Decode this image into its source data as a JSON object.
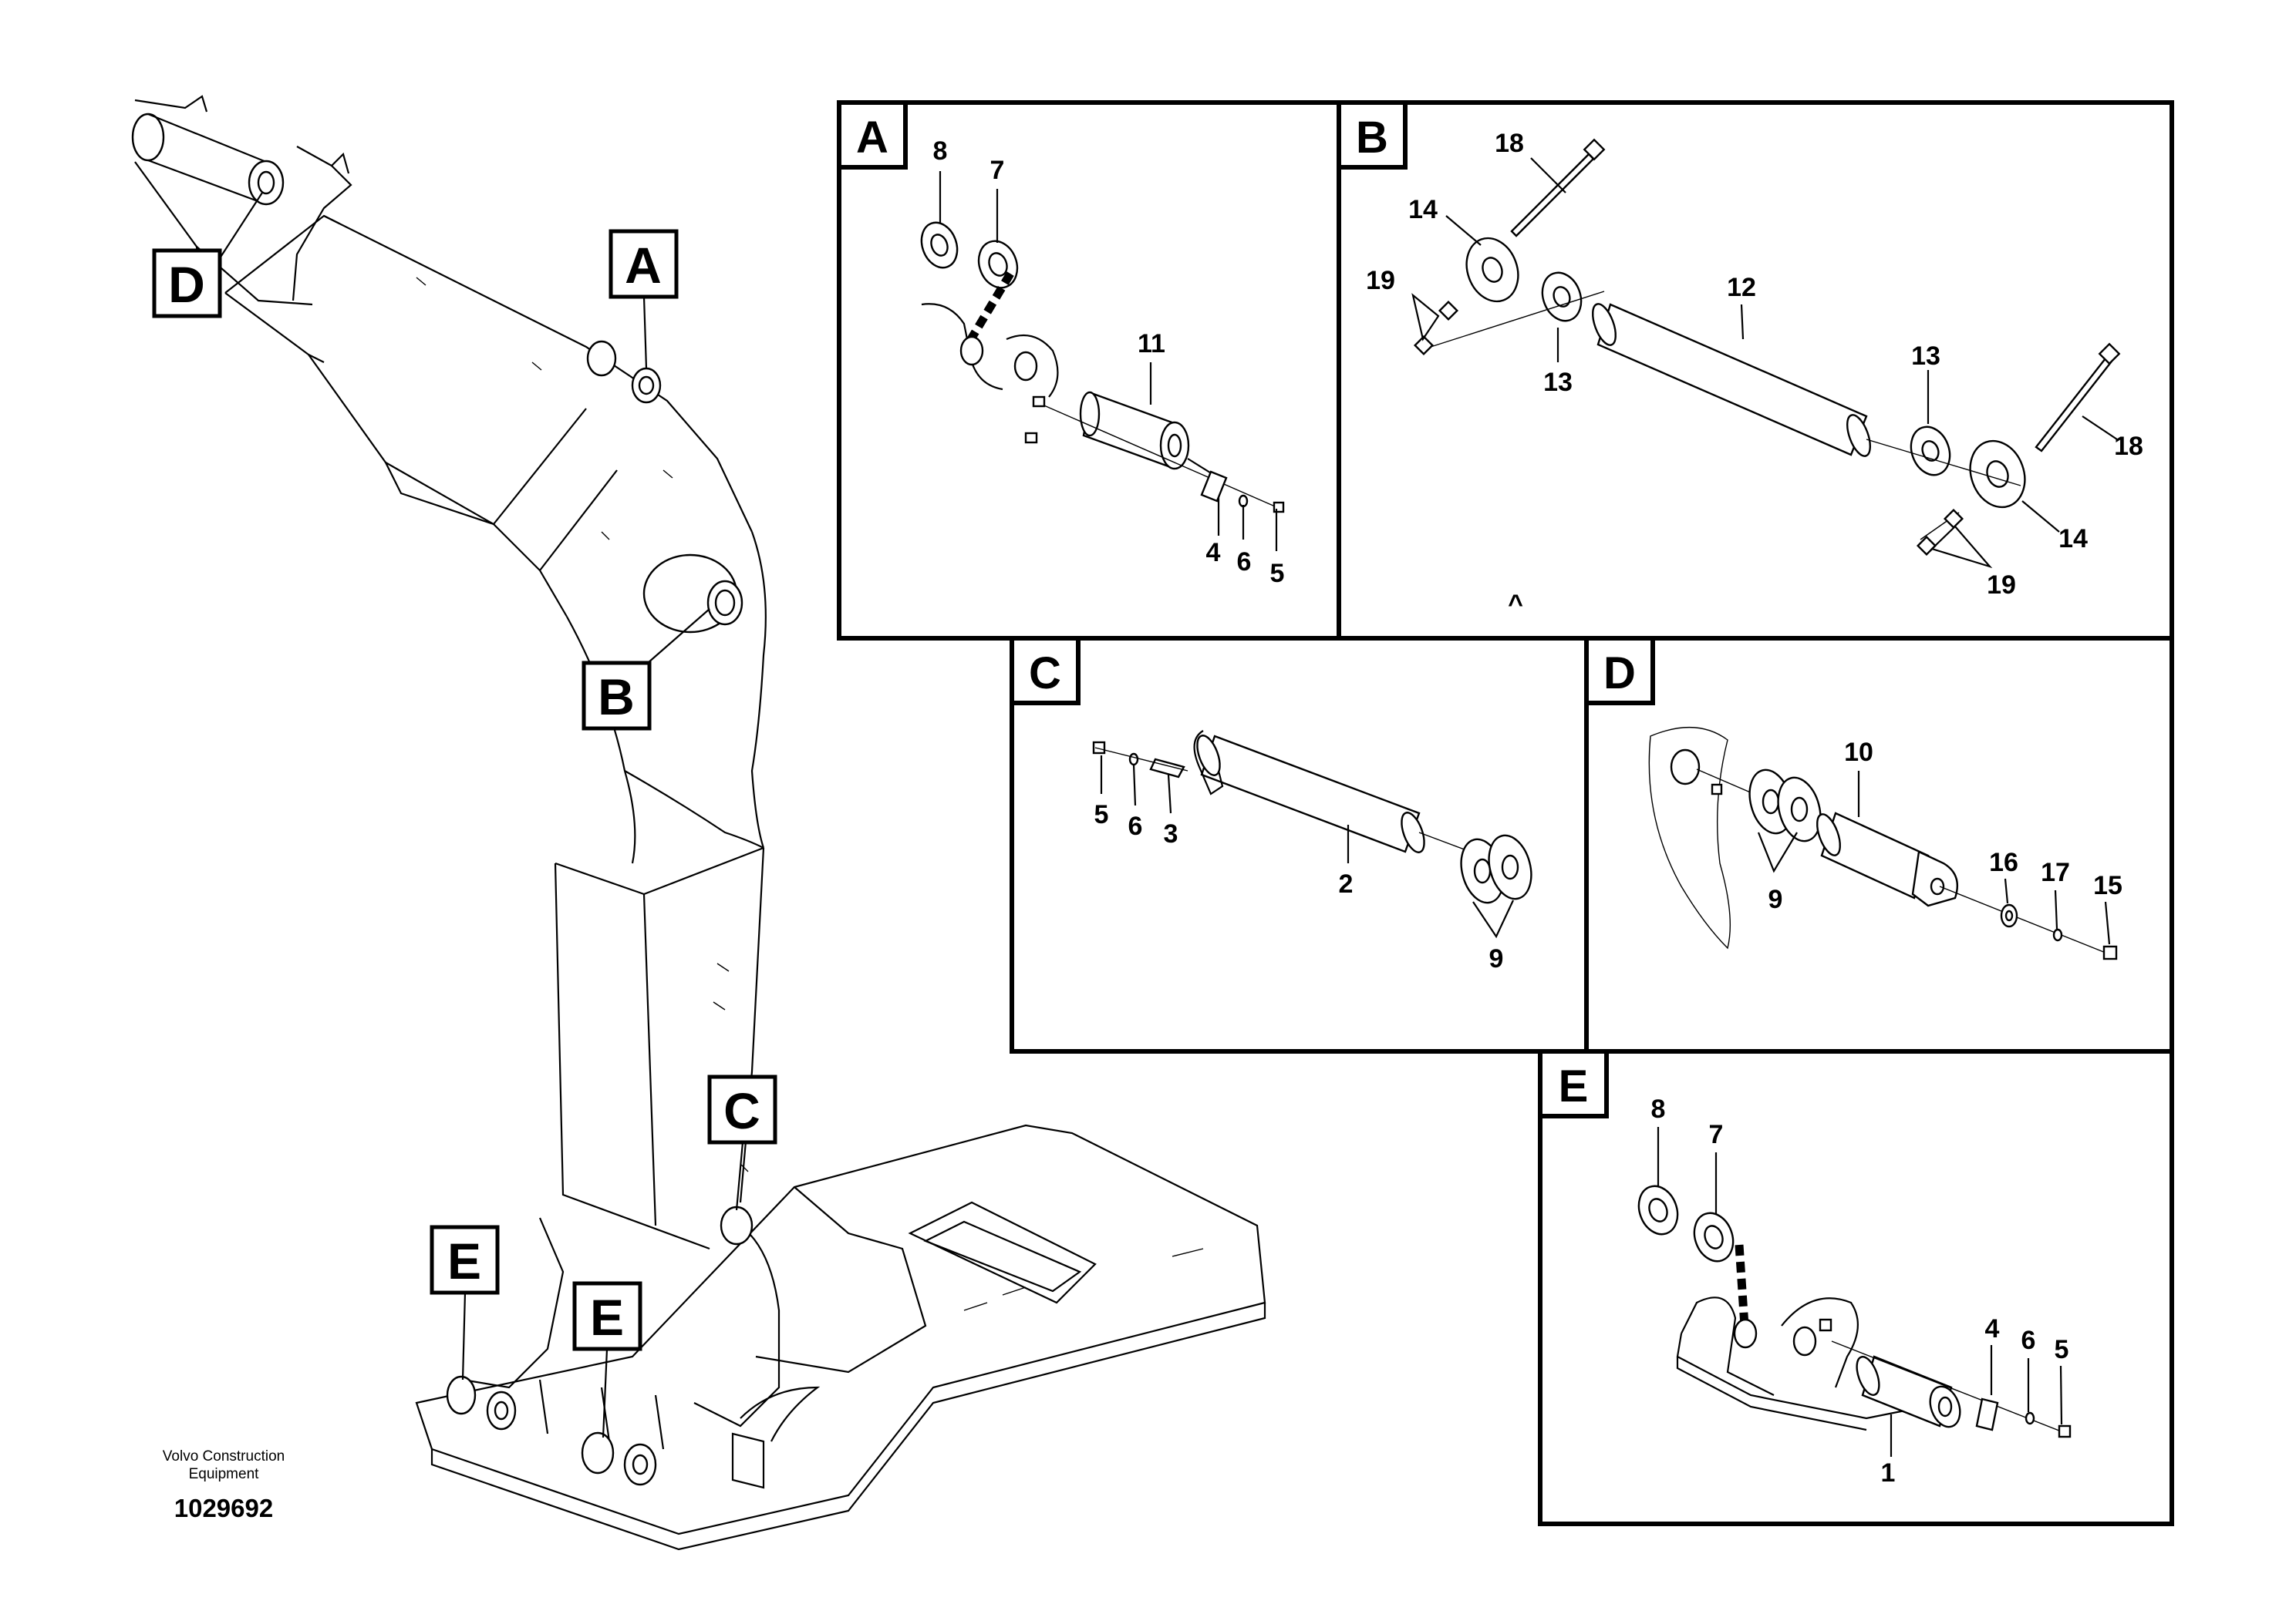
{
  "footer": {
    "brand_line1": "Volvo Construction",
    "brand_line2": "Equipment",
    "drawing_number": "1029692"
  },
  "main_callouts": {
    "a": "A",
    "b": "B",
    "c": "C",
    "d": "D",
    "e1": "E",
    "e2": "E"
  },
  "panels": {
    "a": {
      "letter": "A",
      "labels": {
        "p8": "8",
        "p7": "7",
        "p11": "11",
        "p4": "4",
        "p6": "6",
        "p5": "5"
      }
    },
    "b": {
      "letter": "B",
      "labels": {
        "p18a": "18",
        "p14a": "14",
        "p19a": "19",
        "p13a": "13",
        "p12": "12",
        "p13b": "13",
        "p18b": "18",
        "p14b": "14",
        "p19b": "19"
      },
      "caret": "^"
    },
    "c": {
      "letter": "C",
      "labels": {
        "p5": "5",
        "p6": "6",
        "p3": "3",
        "p2": "2",
        "p9": "9"
      }
    },
    "d": {
      "letter": "D",
      "labels": {
        "p10": "10",
        "p9": "9",
        "p16": "16",
        "p17": "17",
        "p15": "15"
      }
    },
    "e": {
      "letter": "E",
      "labels": {
        "p8": "8",
        "p7": "7",
        "p4": "4",
        "p6": "6",
        "p5": "5",
        "p1": "1"
      }
    }
  }
}
